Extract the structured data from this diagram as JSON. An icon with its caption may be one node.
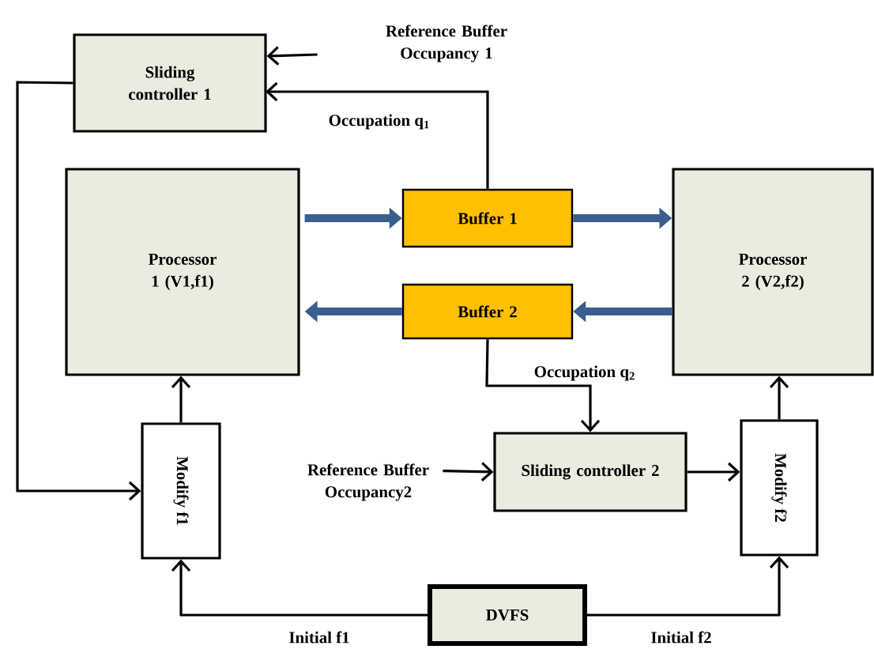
{
  "diagram": {
    "nodes": [
      {
        "text": [
          "Sliding controller 1"
        ]
      },
      {
        "text": [
          "Reference Buffer Occupancy 1"
        ]
      },
      {
        "text": [
          "Processor 1 (V1,f1)"
        ]
      },
      {
        "text": [
          "Buffer 1"
        ]
      },
      {
        "text": [
          "Buffer 2"
        ]
      },
      {
        "text": [
          "Processor 2 (V2,f2)"
        ]
      },
      {
        "text": [
          "Modify f1"
        ]
      },
      {
        "text": [
          "Reference Buffer Occupancy2"
        ]
      },
      {
        "text": [
          "Sliding controller 2"
        ]
      },
      {
        "text": [
          "Modify f2"
        ]
      },
      {
        "text": [
          "DVFS"
        ]
      }
    ],
    "edges": [
      {
        "from": 1,
        "to": 0,
        "arrow": "to"
      },
      {
        "from": 3,
        "to": 0,
        "arrow": "to",
        "label": "Occupation q$_{1}$"
      },
      {
        "from": 2,
        "to": 3,
        "arrow": "to",
        "style": "thick",
        "color": "#3a5f8f"
      },
      {
        "from": 3,
        "to": 5,
        "arrow": "to",
        "style": "thick",
        "color": "#3a5f8f"
      },
      {
        "from": 5,
        "to": 4,
        "arrow": "to",
        "style": "thick",
        "color": "#3a5f8f"
      },
      {
        "from": 4,
        "to": 2,
        "arrow": "to",
        "style": "thick",
        "color": "#3a5f8f"
      },
      {
        "from": 4,
        "to": 8,
        "arrow": "to",
        "label": "Occupation q$_{2}$"
      },
      {
        "from": 0,
        "to": 6,
        "arrow": "to"
      },
      {
        "from": 6,
        "to": 2,
        "arrow": "to"
      },
      {
        "from": 7,
        "to": 8,
        "arrow": "to"
      },
      {
        "from": 8,
        "to": 9,
        "arrow": "to"
      },
      {
        "from": 9,
        "to": 5,
        "arrow": "to"
      },
      {
        "from": 10,
        "to": 6,
        "arrow": "to",
        "label": "Initial f1"
      },
      {
        "from": 10,
        "to": 9,
        "arrow": "to",
        "label": "Initial f2"
      }
    ]
  }
}
